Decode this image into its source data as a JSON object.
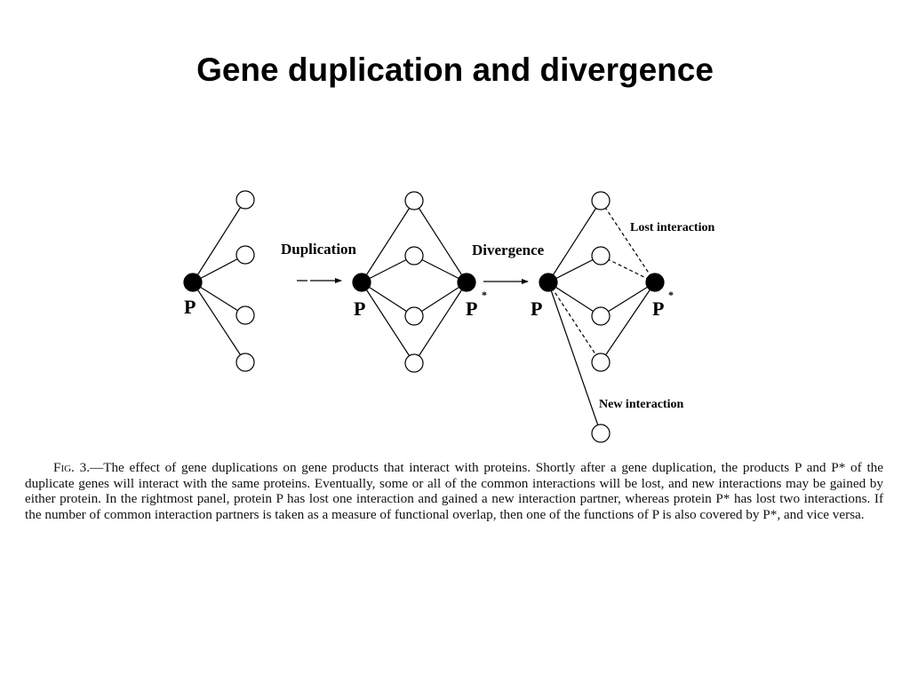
{
  "slide": {
    "title": "Gene duplication and divergence"
  },
  "diagram": {
    "labels": {
      "duplication": "Duplication",
      "divergence": "Divergence",
      "lost_interaction": "Lost interaction",
      "new_interaction": "New interaction"
    },
    "node_labels": {
      "p": "P",
      "p_star": "P",
      "star": "*"
    }
  },
  "caption": {
    "fig_label": "Fig. 3.",
    "text": "—The effect of gene duplications on gene products that interact with proteins. Shortly after a gene duplication, the products P and P* of the duplicate genes will interact with the same proteins. Eventually, some or all of the common interactions will be lost, and new interactions may be gained by either protein. In the rightmost panel, protein P has lost one interaction and gained a new interaction partner, whereas protein P* has lost two interactions. If the number of common interaction partners is taken as a measure of functional overlap, then one of the functions of P is also covered by P*, and vice versa."
  }
}
